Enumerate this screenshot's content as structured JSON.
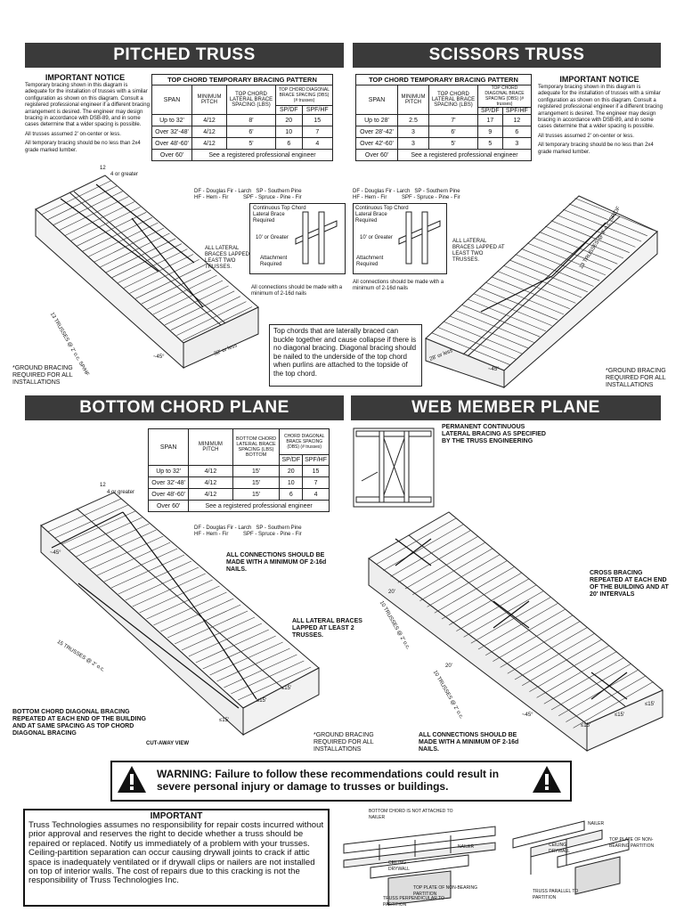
{
  "pitched": {
    "title": "PITCHED TRUSS",
    "notice_title": "IMPORTANT NOTICE",
    "notice_paras": [
      "Temporary bracing shown in this diagram is adequate for the installation of trusses with a similar configuration as shown on this diagram. Consult a registered professional engineer if a different bracing arrangement is desired. The engineer may design bracing in accordance with DSB-89, and in some cases determine that a wider spacing is possible.",
      "All trusses assumed 2' on-center or less.",
      "All temporary bracing should be no less than 2x4 grade marked lumber."
    ],
    "table": {
      "caption": "TOP CHORD TEMPORARY BRACING PATTERN",
      "h_span": "SPAN",
      "h_pitch": "MINIMUM PITCH",
      "h_lateral": "TOP CHORD LATERAL BRACE SPACING (LBS)",
      "h_diag": "TOP CHORD DIAGONAL BRACE SPACING (DBS) (# trusses)",
      "h_spdf": "SP/DF",
      "h_spfhf": "SPF/HF",
      "rows": [
        [
          "Up to 32'",
          "4/12",
          "8'",
          "20",
          "15"
        ],
        [
          "Over 32'-48'",
          "4/12",
          "6'",
          "10",
          "7"
        ],
        [
          "Over 48'-60'",
          "4/12",
          "5'",
          "6",
          "4"
        ]
      ],
      "last_span": "Over 60'",
      "last_note": "See a registered professional engineer"
    },
    "legend": "DF - Douglas Fir - Larch   SP - Southern Pine\nHF - Hem - Fir          SPF - Spruce - Pine - Fir",
    "detail_labels": [
      "Continuous Top Chord Lateral Brace Required",
      "10' or Greater",
      "Attachment Required"
    ],
    "connections": "All connections should be made with a minimum of 2-16d nails",
    "lapped": "ALL LATERAL BRACES LAPPED AT LEAST TWO TRUSSES.",
    "ground": "*GROUND BRACING REQUIRED FOR ALL INSTALLATIONS",
    "dims": [
      "32' or less",
      "~45°",
      "13 TRUSSES @ 2' o.c. SP/HF",
      "4 or greater",
      "12"
    ]
  },
  "scissors": {
    "title": "SCISSORS TRUSS",
    "notice_title": "IMPORTANT NOTICE",
    "notice_paras": [
      "Temporary bracing shown in this diagram is adequate for the installation of trusses with a similar configuration as shown on this diagram. Consult a registered professional engineer if a different bracing arrangement is desired. The engineer may design bracing in accordance with DSB-89, and in some cases determine that a wider spacing is possible.",
      "All trusses assumed 2' on-center or less.",
      "All temporary bracing should be no less than 2x4 grade marked lumber."
    ],
    "table": {
      "caption": "TOP CHORD TEMPORARY BRACING PATTERN",
      "h_span": "SPAN",
      "h_pitch": "MINIMUM PITCH",
      "h_lateral": "TOP CHORD LATERAL BRACE SPACING (LBS)",
      "h_diag": "TOP CHORD DIAGONAL BRACE SPACING (DBS) (# trusses)",
      "h_spdf": "SP/DF",
      "h_spfhf": "SPF/HF",
      "rows": [
        [
          "Up to 28'",
          "2.5",
          "7'",
          "17",
          "12"
        ],
        [
          "Over 28'-42'",
          "3",
          "6'",
          "9",
          "6"
        ],
        [
          "Over 42'-60'",
          "3",
          "5'",
          "5",
          "3"
        ]
      ],
      "last_span": "Over 60'",
      "last_note": "See a registered professional engineer"
    },
    "legend": "DF - Douglas Fir - Larch   SP - Southern Pine\nHF - Hem - Fir          SPF - Spruce - Pine - Fir",
    "detail_labels": [
      "Continuous Top Chord Lateral Brace Required",
      "10' or Greater",
      "Attachment Required"
    ],
    "connections": "All connections should be made with a minimum of 2-16d nails",
    "lapped": "ALL LATERAL BRACES LAPPED AT LEAST TWO TRUSSES.",
    "ground": "*GROUND BRACING REQUIRED FOR ALL INSTALLATIONS",
    "dims": [
      "28' or less",
      "~45°",
      "13 TRUSSES @ 2' o.c. SP/DF"
    ]
  },
  "callout": "Top chords that are laterally braced can buckle together and cause collapse if there is no diagonal bracing. Diagonal bracing should be nailed to the underside of the top chord when purlins are attached to the topside of the top chord.",
  "bottom": {
    "title": "BOTTOM CHORD PLANE",
    "table": {
      "h_span": "SPAN",
      "h_pitch": "MINIMUM PITCH",
      "h_lateral": "BOTTOM CHORD LATERAL BRACE SPACING (LBS) BOTTOM",
      "h_diag": "CHORD DIAGONAL BRACE SPACING (DBS) (# trusses)",
      "h_spdf": "SP/DF",
      "h_spfhf": "SPF/HF",
      "rows": [
        [
          "Up to 32'",
          "4/12",
          "15'",
          "20",
          "15"
        ],
        [
          "Over 32'-48'",
          "4/12",
          "15'",
          "10",
          "7"
        ],
        [
          "Over 48'-60'",
          "4/12",
          "15'",
          "6",
          "4"
        ]
      ],
      "last_span": "Over 60'",
      "last_note": "See a registered professional engineer"
    },
    "legend": "DF - Douglas Fir - Larch   SP - Southern Pine\nHF - Hem - Fir          SPF - Spruce - Pine - Fir",
    "connections": "ALL CONNECTIONS SHOULD BE MADE WITH A MINIMUM OF 2-16d NAILS.",
    "lapped": "ALL LATERAL BRACES LAPPED AT LEAST 2 TRUSSES.",
    "diag_note": "BOTTOM CHORD DIAGONAL BRACING REPEATED AT EACH END OF THE BUILDING AND AT SAME SPACING AS TOP CHORD DIAGONAL BRACING",
    "cutaway": "CUT-AWAY VIEW",
    "dims": [
      "~45°",
      "15 TRUSSES @ 2' o.c.",
      "≤15'",
      "≤15'",
      "≤15'",
      "12",
      "4 or greater"
    ]
  },
  "web": {
    "title": "WEB MEMBER PLANE",
    "permanent": "PERMANENT CONTINUOUS LATERAL BRACING AS SPECIFIED BY THE TRUSS ENGINEERING",
    "cross": "CROSS BRACING REPEATED AT EACH END OF THE BUILDING AND AT 20' INTERVALS",
    "ground": "*GROUND BRACING REQUIRED FOR ALL INSTALLATIONS",
    "connections": "ALL CONNECTIONS SHOULD BE MADE WITH A MINIMUM OF 2-16d NAILS.",
    "dims": [
      "20'",
      "20'",
      "10 TRUSSES @ 2' o.c.",
      "10 TRUSSES @ 2' o.c.",
      "~45°",
      "≤15'",
      "≤15'",
      "≤15'"
    ]
  },
  "warning": {
    "text": "WARNING: Failure to follow these recommendations could result in severe personal injury or damage to trusses or buildings."
  },
  "important": {
    "title": "IMPORTANT",
    "text": "Truss Technologies assumes no responsibility for repair costs incurred without prior approval and reserves the right to decide whether a truss should be repaired or replaced. Notify us immediately of a problem with your trusses.\nCeiling-partition separation can occur causing drywall joints to crack if attic space is inadequately ventilated or if drywall clips or nailers are not installed on top of interior walls. The cost of repairs due to this cracking is not the responsibility of Truss Technologies Inc."
  },
  "partition": {
    "labels_left": [
      "BOTTOM CHORD IS NOT ATTACHED TO NAILER",
      "NAILER",
      "CEILING DRYWALL",
      "TOP PLATE OF NON-BEARING PARTITION",
      "TRUSS PERPENDICULAR TO PARTITION"
    ],
    "labels_right": [
      "NAILER",
      "TOP PLATE OF NON-BEARING PARTITION",
      "CEILING DRYWALL",
      "TRUSS PARALLEL TO PARTITION"
    ]
  }
}
